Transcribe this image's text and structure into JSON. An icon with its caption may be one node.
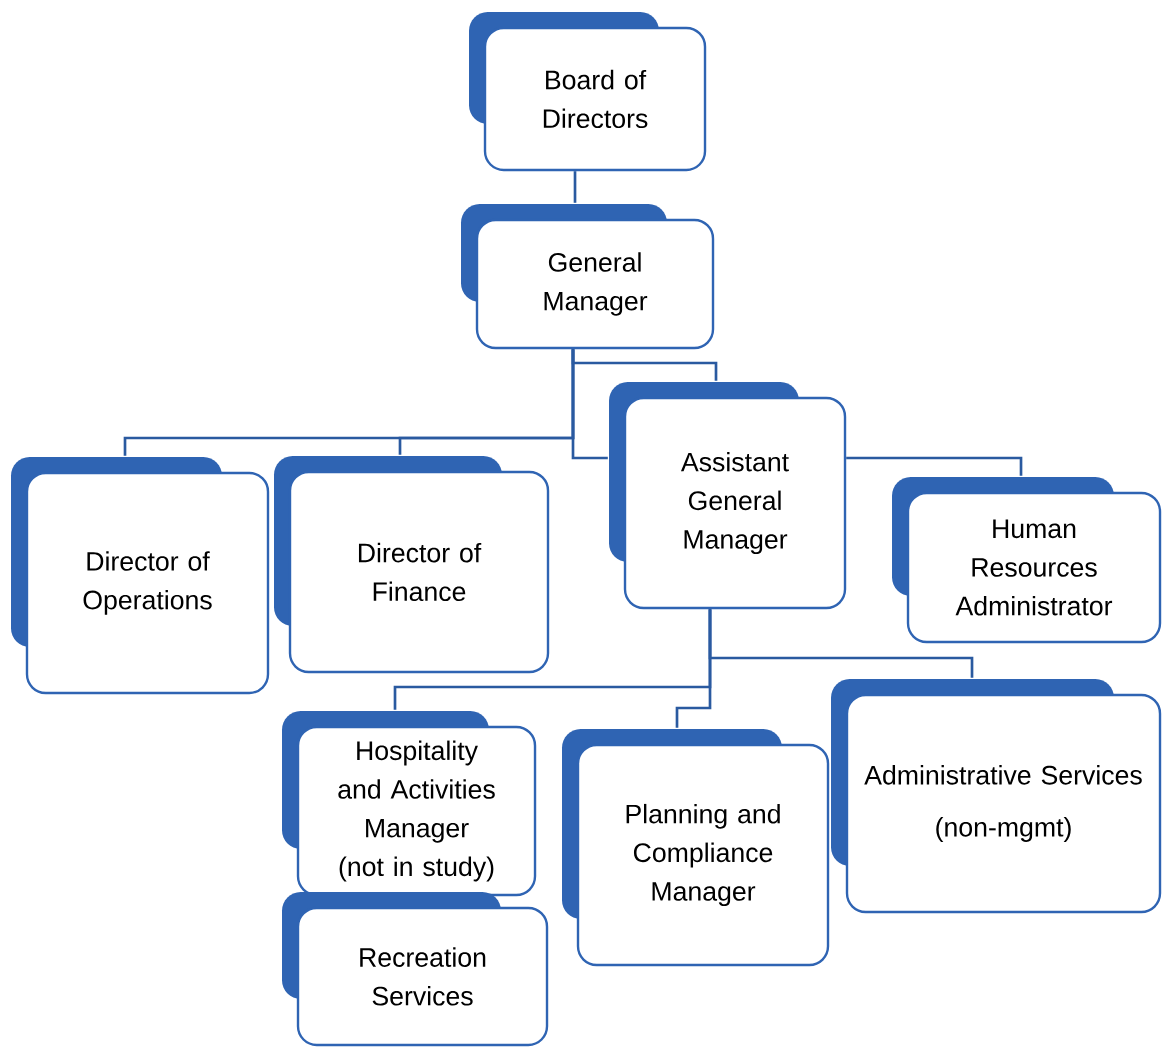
{
  "diagram": {
    "nodes": [
      {
        "text": [
          "Board of Directors"
        ]
      },
      {
        "text": [
          "General Manager"
        ]
      },
      {
        "text": [
          "Director of Operations"
        ]
      },
      {
        "text": [
          "Director of Finance"
        ]
      },
      {
        "text": [
          "Assistant General Manager"
        ]
      },
      {
        "text": [
          "Human Resources Administrator"
        ]
      },
      {
        "text": [
          "Hospitality and Activities Manager (not in study)"
        ]
      },
      {
        "text": [
          "Recreation Services"
        ]
      },
      {
        "text": [
          "Planning and Compliance Manager"
        ]
      },
      {
        "text": [
          "Administrative Services",
          "(non-mgmt)"
        ]
      }
    ],
    "edges": [
      {
        "from": 0,
        "to": 1,
        "arrow": "none"
      },
      {
        "from": 1,
        "to": 2,
        "arrow": "none"
      },
      {
        "from": 1,
        "to": 3,
        "arrow": "none"
      },
      {
        "from": 1,
        "to": 4,
        "arrow": "none"
      },
      {
        "from": 1,
        "to": 4,
        "arrow": "none"
      },
      {
        "from": 4,
        "to": 5,
        "arrow": "none"
      },
      {
        "from": 4,
        "to": 6,
        "arrow": "none"
      },
      {
        "from": 4,
        "to": 8,
        "arrow": "none"
      },
      {
        "from": 4,
        "to": 9,
        "arrow": "none"
      }
    ]
  }
}
